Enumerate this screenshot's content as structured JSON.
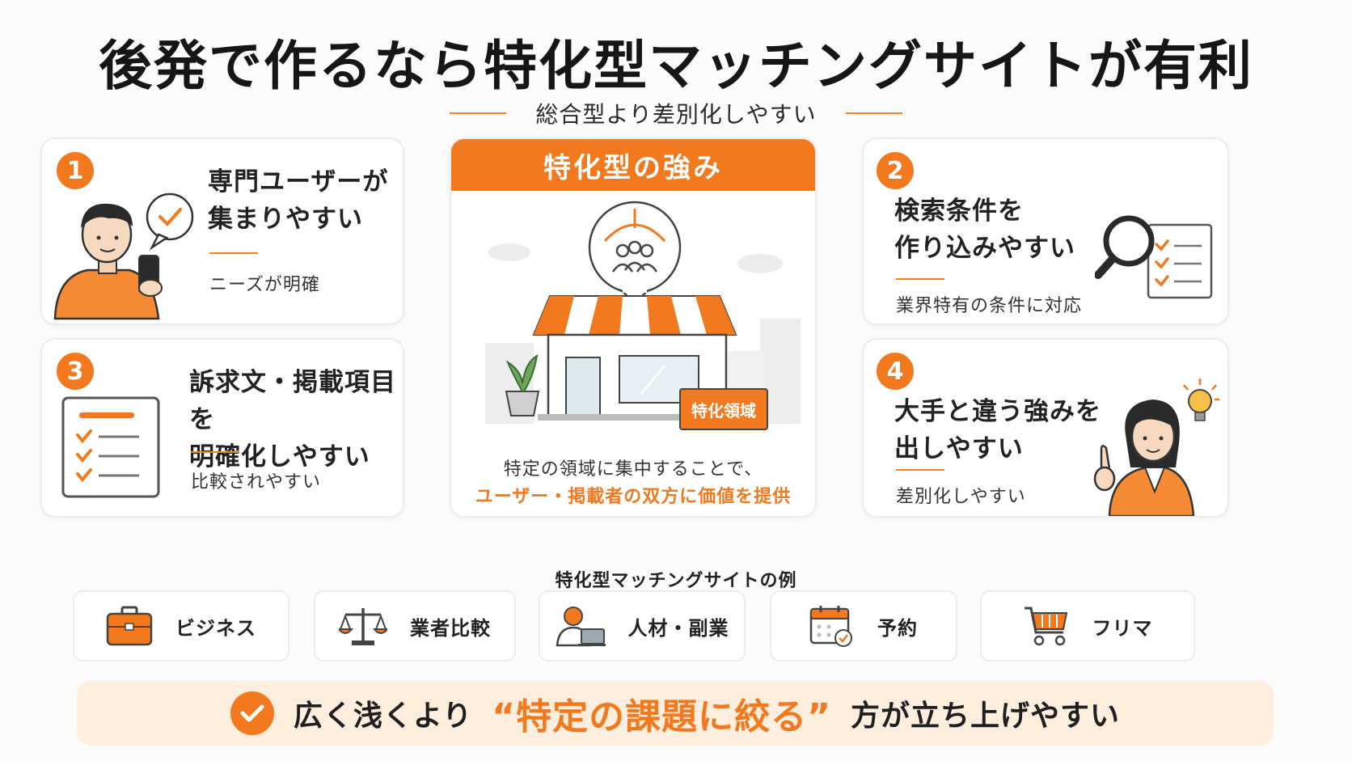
{
  "title": "後発で作るなら特化型マッチングサイトが有利",
  "subtitle": "総合型より差別化しやすい",
  "colors": {
    "accent": "#f2791e",
    "banner_bg": "#fdeede",
    "text": "#1f1f1f"
  },
  "cards": [
    {
      "num": "1",
      "title": "専門ユーザーが\n集まりやすい",
      "desc": "ニーズが明確",
      "icon": "person-with-phone-icon"
    },
    {
      "num": "2",
      "title": "検索条件を\n作り込みやすい",
      "desc": "業界特有の条件に対応",
      "icon": "magnifier-checklist-icon"
    },
    {
      "num": "3",
      "title": "訴求文・掲載項目を\n明確化しやすい",
      "desc": "比較されやすい",
      "icon": "checklist-board-icon"
    },
    {
      "num": "4",
      "title": "大手と違う強みを\n出しやすい",
      "desc": "差別化しやすい",
      "icon": "woman-with-lightbulb-icon"
    }
  ],
  "center": {
    "heading": "特化型の強み",
    "sign": "特化領域",
    "line1": "特定の領域に集中することで、",
    "line2": "ユーザー・掲載者の双方に価値を提供"
  },
  "examples_title": "特化型マッチングサイトの例",
  "examples": [
    {
      "label": "ビジネス",
      "icon": "briefcase-icon"
    },
    {
      "label": "業者比較",
      "icon": "scale-icon"
    },
    {
      "label": "人材・副業",
      "icon": "person-laptop-icon"
    },
    {
      "label": "予約",
      "icon": "calendar-icon"
    },
    {
      "label": "フリマ",
      "icon": "shopping-cart-icon"
    }
  ],
  "banner": {
    "before": "広く浅くより",
    "highlight": "“特定の課題に絞る”",
    "after": "方が立ち上げやすい"
  }
}
